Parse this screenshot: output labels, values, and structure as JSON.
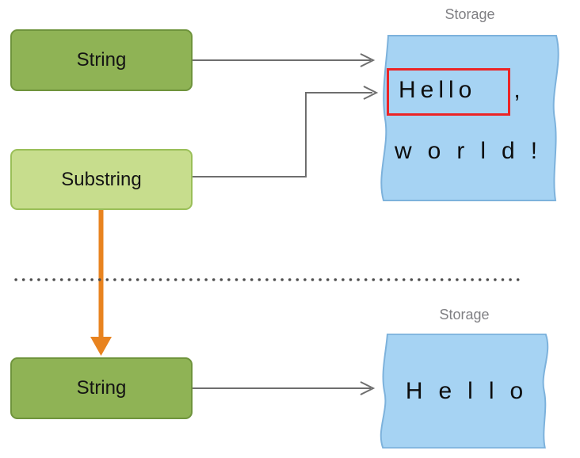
{
  "colors": {
    "string_fill": "#8fb355",
    "string_border": "#6f943c",
    "substring_fill": "#c7dd8d",
    "substring_border": "#9abf58",
    "storage_fill": "#a6d3f3",
    "storage_border": "#7db2dc",
    "highlight_red": "#ec2426",
    "arrow_gray": "#6e6e6e",
    "arrow_orange": "#e8831f",
    "label_gray": "#7f7f83",
    "divider_dot_gray": "#4f4f4f"
  },
  "top_section": {
    "string_box": {
      "label": "String"
    },
    "substring_box": {
      "label": "Substring"
    },
    "storage": {
      "title": "Storage",
      "boxed_text": "Hello",
      "after_boxed": ",",
      "line2": "world!"
    }
  },
  "bottom_section": {
    "string_box": {
      "label": "String"
    },
    "storage": {
      "title": "Storage",
      "text": "Hello"
    }
  }
}
